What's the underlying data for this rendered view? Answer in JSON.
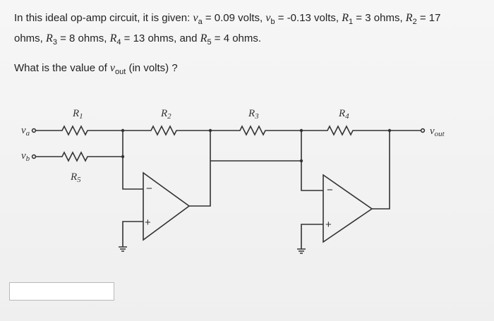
{
  "question": {
    "intro": "In this ideal op-amp circuit, it is given:",
    "va": "0.09 volts,",
    "vb": "-0.13 volts,",
    "r1": "3 ohms,",
    "r2": "17",
    "line2_r2_unit": "ohms,",
    "r3": "8 ohms,",
    "r4": "13 ohms, and",
    "r5": "4 ohms.",
    "ask_prefix": "What is the value of",
    "ask_suffix": "(in volts) ?"
  },
  "circuit": {
    "labels": {
      "R1": "R",
      "R1_sub": "1",
      "R2": "R",
      "R2_sub": "2",
      "R3": "R",
      "R3_sub": "3",
      "R4": "R",
      "R4_sub": "4",
      "R5": "R",
      "R5_sub": "5",
      "va": "v",
      "va_sub": "a",
      "vb": "v",
      "vb_sub": "b",
      "vout": "v",
      "vout_sub": "out",
      "minus": "−",
      "plus": "+"
    }
  },
  "answer": {
    "value": ""
  }
}
